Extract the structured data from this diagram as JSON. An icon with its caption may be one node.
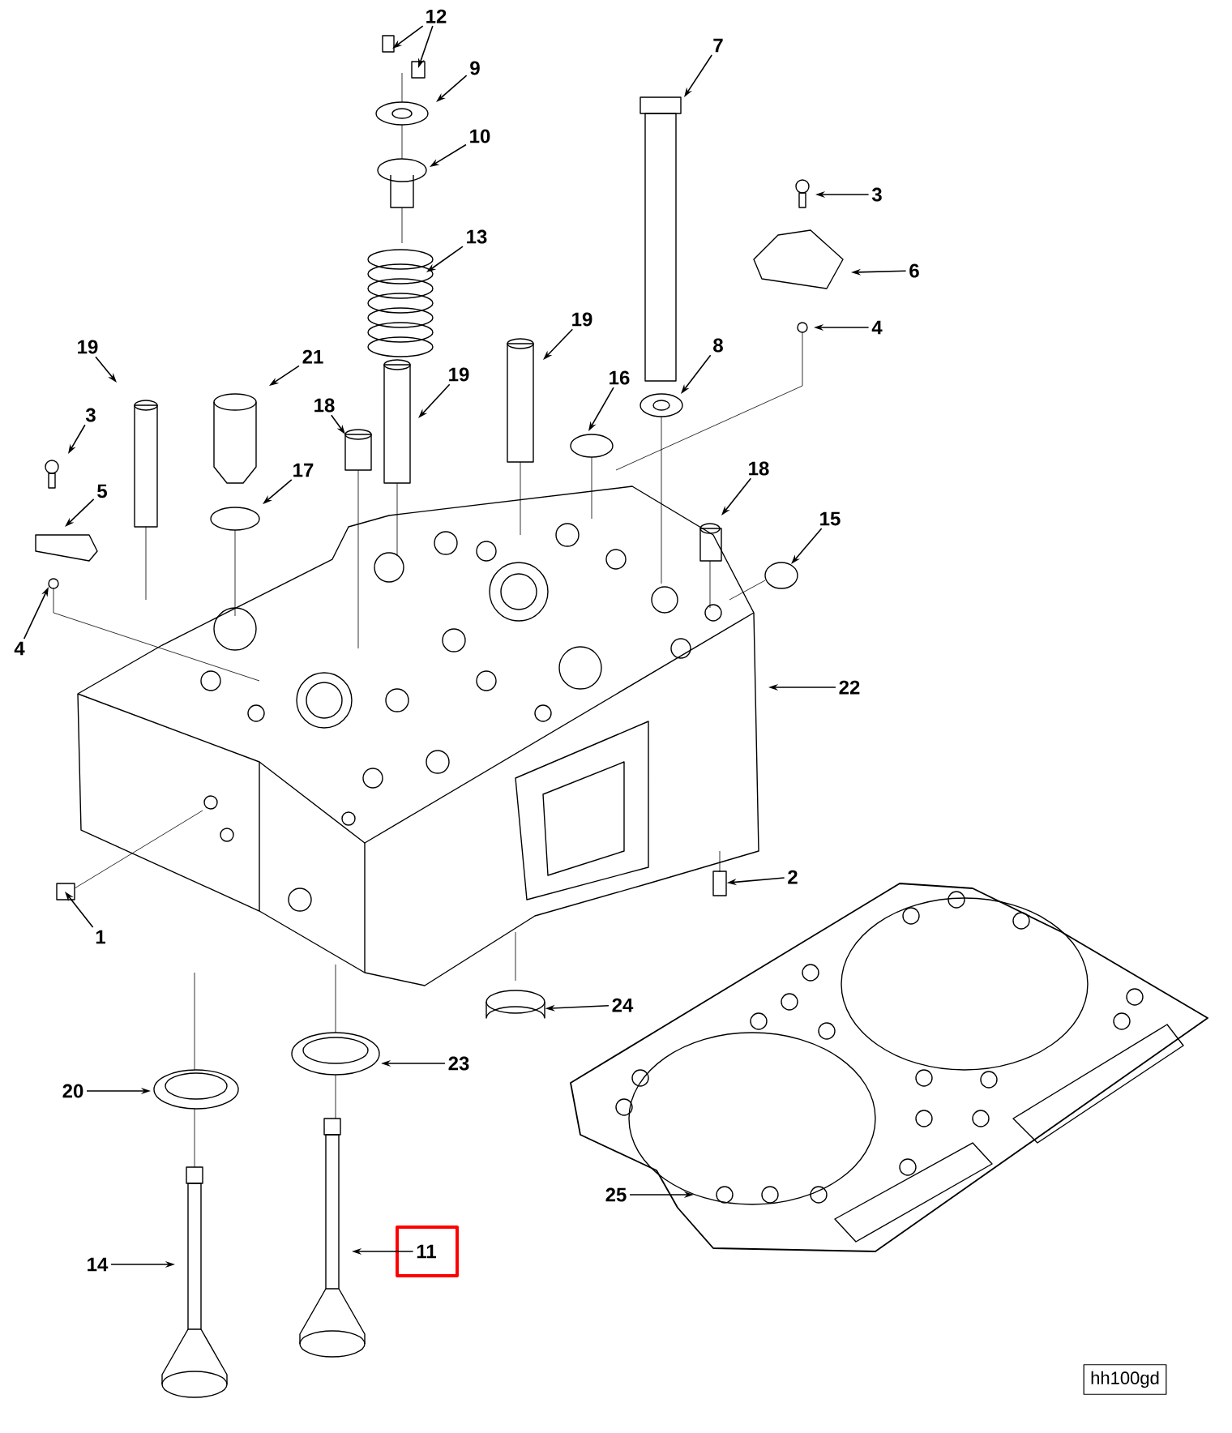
{
  "diagram": {
    "nodes": [
      {
        "text": [
          "12"
        ]
      },
      {
        "text": [
          "9"
        ]
      },
      {
        "text": [
          "7"
        ]
      },
      {
        "text": [
          "10"
        ]
      },
      {
        "text": [
          "3"
        ]
      },
      {
        "text": [
          "13"
        ]
      },
      {
        "text": [
          "6"
        ]
      },
      {
        "text": [
          "4"
        ]
      },
      {
        "text": [
          "19"
        ]
      },
      {
        "text": [
          "21"
        ]
      },
      {
        "text": [
          "18"
        ]
      },
      {
        "text": [
          "19"
        ]
      },
      {
        "text": [
          "19"
        ]
      },
      {
        "text": [
          "16"
        ]
      },
      {
        "text": [
          "8"
        ]
      },
      {
        "text": [
          "3"
        ]
      },
      {
        "text": [
          "5"
        ]
      },
      {
        "text": [
          "17"
        ]
      },
      {
        "text": [
          "18"
        ]
      },
      {
        "text": [
          "15"
        ]
      },
      {
        "text": [
          "4"
        ]
      },
      {
        "text": [
          "22"
        ]
      },
      {
        "text": [
          "2"
        ]
      },
      {
        "text": [
          "1"
        ]
      },
      {
        "text": [
          "24"
        ]
      },
      {
        "text": [
          "20"
        ]
      },
      {
        "text": [
          "23"
        ]
      },
      {
        "text": [
          "25"
        ]
      },
      {
        "text": [
          "14"
        ]
      },
      {
        "text": [
          "11"
        ]
      },
      {
        "text": [
          "hh100gd"
        ]
      },
      {
        "text": [],
        "shape": "box"
      },
      {
        "text": [],
        "shape": "cylinder"
      }
    ],
    "edges": [
      {
        "from": 0,
        "to": null,
        "arrow": "to"
      },
      {
        "from": 0,
        "to": null,
        "arrow": "to"
      },
      {
        "from": 1,
        "to": null,
        "arrow": "to"
      },
      {
        "from": 2,
        "to": null,
        "arrow": "to"
      },
      {
        "from": 3,
        "to": null,
        "arrow": "to"
      },
      {
        "from": 4,
        "to": null,
        "arrow": "to"
      },
      {
        "from": 5,
        "to": null,
        "arrow": "to"
      },
      {
        "from": 6,
        "to": null,
        "arrow": "to"
      },
      {
        "from": 7,
        "to": null,
        "arrow": "to"
      },
      {
        "from": 8,
        "to": null,
        "arrow": "to"
      },
      {
        "from": 9,
        "to": null,
        "arrow": "to"
      },
      {
        "from": 10,
        "to": null,
        "arrow": "to"
      },
      {
        "from": 11,
        "to": null,
        "arrow": "to"
      },
      {
        "from": 12,
        "to": null,
        "arrow": "to"
      },
      {
        "from": 13,
        "to": null,
        "arrow": "to"
      },
      {
        "from": 14,
        "to": null,
        "arrow": "to"
      },
      {
        "from": 15,
        "to": null,
        "arrow": "to"
      },
      {
        "from": 16,
        "to": null,
        "arrow": "to"
      },
      {
        "from": 17,
        "to": null,
        "arrow": "to"
      },
      {
        "from": 18,
        "to": null,
        "arrow": "to"
      },
      {
        "from": 19,
        "to": null,
        "arrow": "to"
      },
      {
        "from": 20,
        "to": null,
        "arrow": "to"
      },
      {
        "from": 21,
        "to": null,
        "arrow": "to"
      },
      {
        "from": 22,
        "to": 31,
        "arrow": "to"
      },
      {
        "from": 23,
        "to": null,
        "arrow": "to"
      },
      {
        "from": 24,
        "to": 32,
        "arrow": "to"
      },
      {
        "from": 25,
        "to": null,
        "arrow": "to"
      },
      {
        "from": 26,
        "to": null,
        "arrow": "to"
      },
      {
        "from": 27,
        "to": null,
        "arrow": "to"
      },
      {
        "from": 28,
        "to": null,
        "arrow": "to"
      },
      {
        "from": 29,
        "to": null,
        "arrow": "to"
      }
    ]
  }
}
